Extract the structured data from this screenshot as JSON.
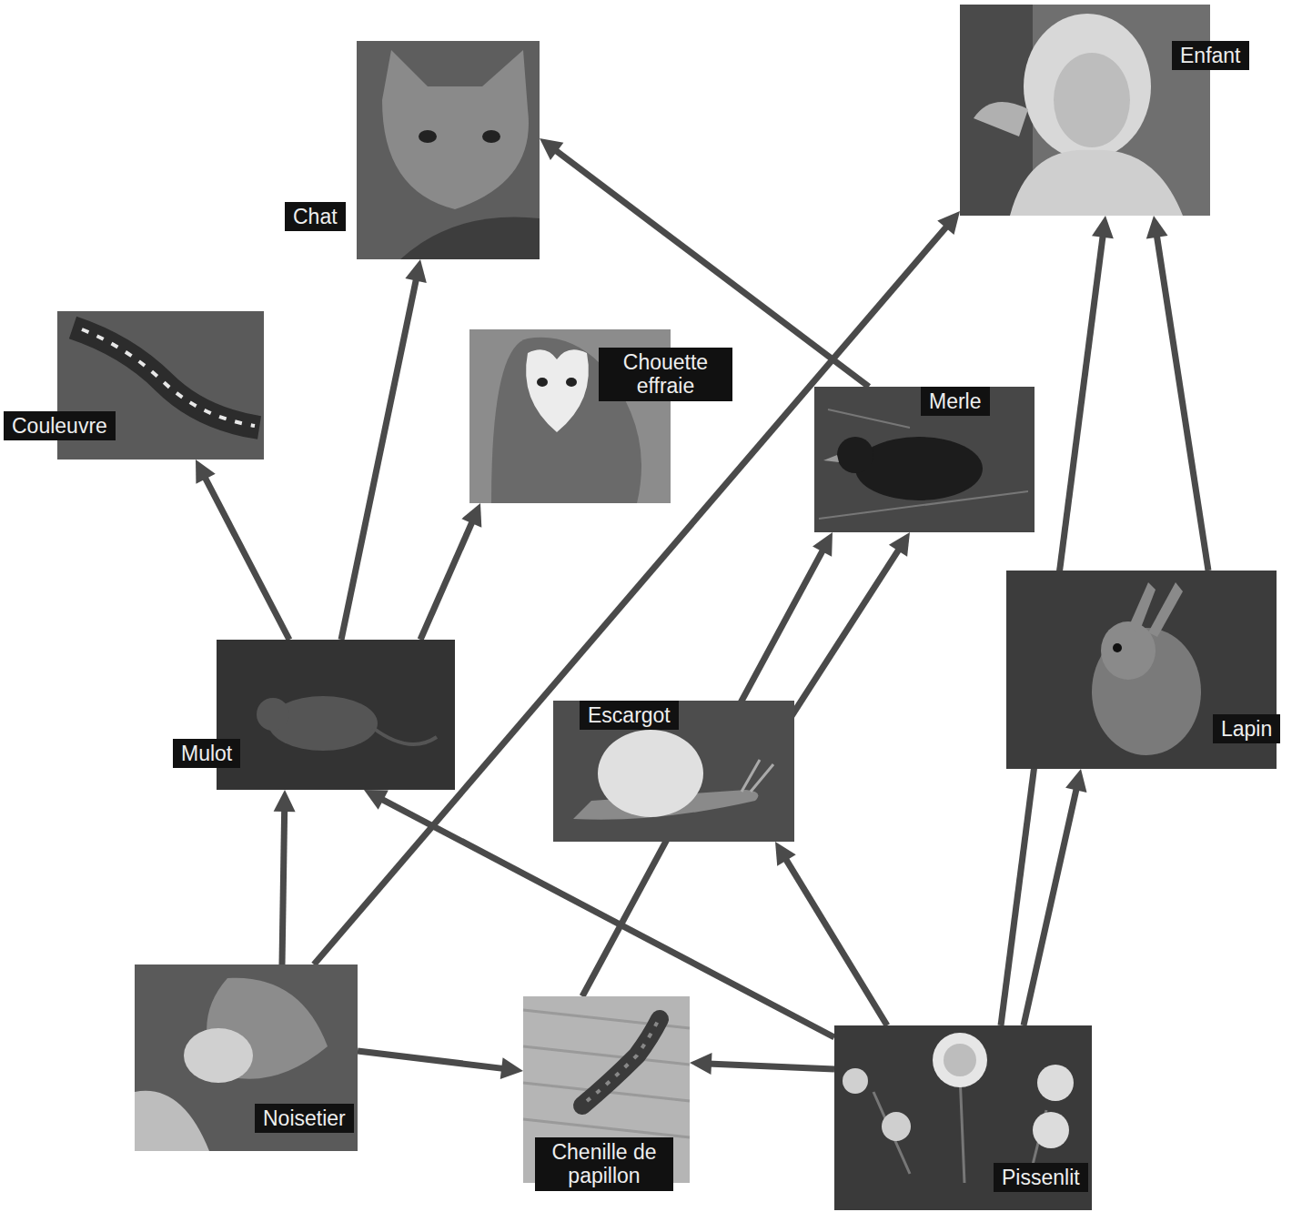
{
  "diagram": {
    "nodes": [
      {
        "text": [
          "Enfant"
        ]
      },
      {
        "text": [
          "Chat"
        ]
      },
      {
        "text": [
          "Couleuvre"
        ]
      },
      {
        "text": [
          "Chouette effraie"
        ]
      },
      {
        "text": [
          "Merle"
        ]
      },
      {
        "text": [
          "Lapin"
        ]
      },
      {
        "text": [
          "Mulot"
        ]
      },
      {
        "text": [
          "Escargot"
        ]
      },
      {
        "text": [
          "Noisetier"
        ]
      },
      {
        "text": [
          "Chenille de papillon"
        ]
      },
      {
        "text": [
          "Pissenlit"
        ]
      }
    ],
    "edges": [
      {
        "from": 6,
        "to": 2,
        "arrow": "to"
      },
      {
        "from": 6,
        "to": 1,
        "arrow": "to"
      },
      {
        "from": 6,
        "to": 3,
        "arrow": "to"
      },
      {
        "from": 4,
        "to": 1,
        "arrow": "to"
      },
      {
        "from": 8,
        "to": 0,
        "arrow": "to"
      },
      {
        "from": 8,
        "to": 6,
        "arrow": "to"
      },
      {
        "from": 8,
        "to": 9,
        "arrow": "to"
      },
      {
        "from": 10,
        "to": 9,
        "arrow": "to"
      },
      {
        "from": 10,
        "to": 6,
        "arrow": "to"
      },
      {
        "from": 10,
        "to": 7,
        "arrow": "to"
      },
      {
        "from": 10,
        "to": 0,
        "arrow": "to"
      },
      {
        "from": 10,
        "to": 5,
        "arrow": "to"
      },
      {
        "from": 5,
        "to": 0,
        "arrow": "to"
      },
      {
        "from": 9,
        "to": 4,
        "arrow": "to"
      },
      {
        "from": 7,
        "to": 4,
        "arrow": "to"
      }
    ]
  }
}
